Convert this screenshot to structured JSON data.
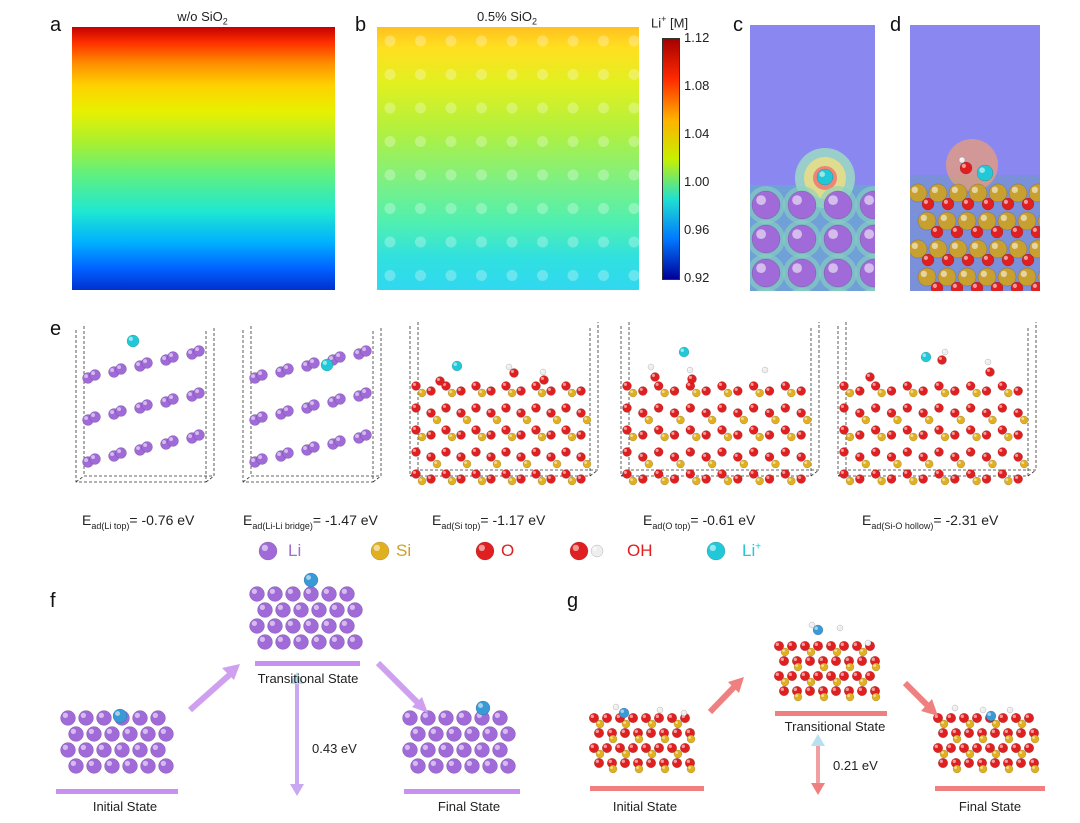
{
  "panels": {
    "a": {
      "label": "a",
      "title": "w/o SiO",
      "title_sub": "2"
    },
    "b": {
      "label": "b",
      "title": "0.5% SiO",
      "title_sub": "2"
    },
    "c": {
      "label": "c"
    },
    "d": {
      "label": "d"
    },
    "e": {
      "label": "e"
    },
    "f": {
      "label": "f"
    },
    "g": {
      "label": "g"
    }
  },
  "colorbar": {
    "title": "Li",
    "title_sup": "+",
    "title_unit": " [M]",
    "ticks": [
      "1.12",
      "1.08",
      "1.04",
      "1.00",
      "0.96",
      "0.92"
    ],
    "colors": [
      "#a50000",
      "#ff2a00",
      "#ffb000",
      "#c8f000",
      "#20e0d0",
      "#0078ff",
      "#00009a"
    ]
  },
  "adsorption": [
    {
      "prefix": "E",
      "sub": "ad(Li top)",
      "value": "= -0.76 eV"
    },
    {
      "prefix": "E",
      "sub": "ad(Li-Li bridge)",
      "value": "= -1.47 eV"
    },
    {
      "prefix": "E",
      "sub": "ad(Si top)",
      "value": "= -1.17 eV"
    },
    {
      "prefix": "E",
      "sub": "ad(O top)",
      "value": "= -0.61 eV"
    },
    {
      "prefix": "E",
      "sub": "ad(Si-O hollow)",
      "value": "= -2.31 eV"
    }
  ],
  "legend": [
    {
      "label": "Li",
      "color": "#a06ad8",
      "icon": "li-sphere-icon"
    },
    {
      "label": "Si",
      "color": "#e0b020",
      "icon": "si-sphere-icon"
    },
    {
      "label": "O",
      "color": "#e02020",
      "icon": "o-sphere-icon"
    },
    {
      "label": "OH",
      "color": "#e02020",
      "icon": "oh-molecule-icon"
    },
    {
      "label": "Li",
      "label_sup": "+",
      "color": "#20c8d8",
      "icon": "li-ion-sphere-icon"
    }
  ],
  "pathway_f": {
    "initial": "Initial State",
    "transitional": "Transitional State",
    "final": "Final State",
    "barrier": "0.43 eV",
    "bar_color": "#c890f0"
  },
  "pathway_g": {
    "initial": "Initial State",
    "transitional": "Transitional State",
    "final": "Final State",
    "barrier": "0.21 eV",
    "bar_color": "#f08080"
  }
}
